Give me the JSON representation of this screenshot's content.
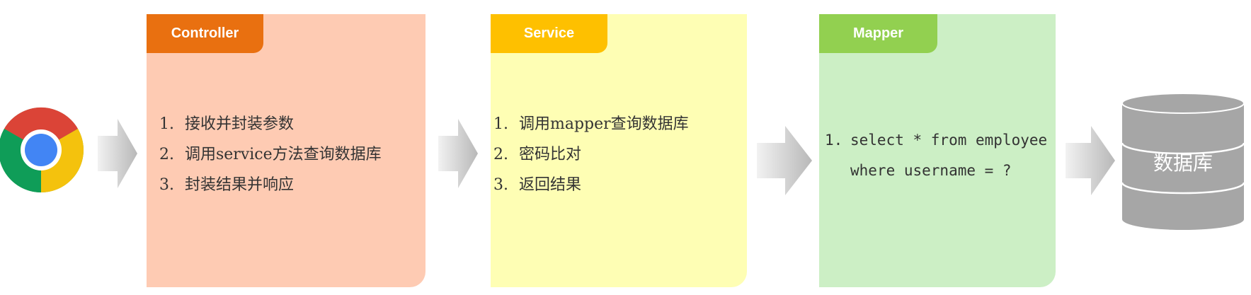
{
  "browser": {
    "icon": "chrome-browser-icon"
  },
  "cards": {
    "controller": {
      "title": "Controller",
      "color": "#E97010",
      "bg": "#FECBB3",
      "items": [
        {
          "num": "1.",
          "text": "接收并封装参数"
        },
        {
          "num": "2.",
          "text": "调用service方法查询数据库"
        },
        {
          "num": "3.",
          "text": "封装结果并响应"
        }
      ]
    },
    "service": {
      "title": "Service",
      "color": "#FEC000",
      "bg": "#FEFEB4",
      "items": [
        {
          "num": "1.",
          "text": "调用mapper查询数据库"
        },
        {
          "num": "2.",
          "text": "密码比对"
        },
        {
          "num": "3.",
          "text": "返回结果"
        }
      ]
    },
    "mapper": {
      "title": "Mapper",
      "color": "#92D050",
      "bg": "#CCEFC5",
      "items": [
        {
          "num": "1.",
          "text": "select * from employee"
        },
        {
          "num": "",
          "text": "where username = ?"
        }
      ]
    }
  },
  "database": {
    "label": "数据库",
    "icon": "database-cylinder-icon",
    "color": "#A6A6A6"
  }
}
